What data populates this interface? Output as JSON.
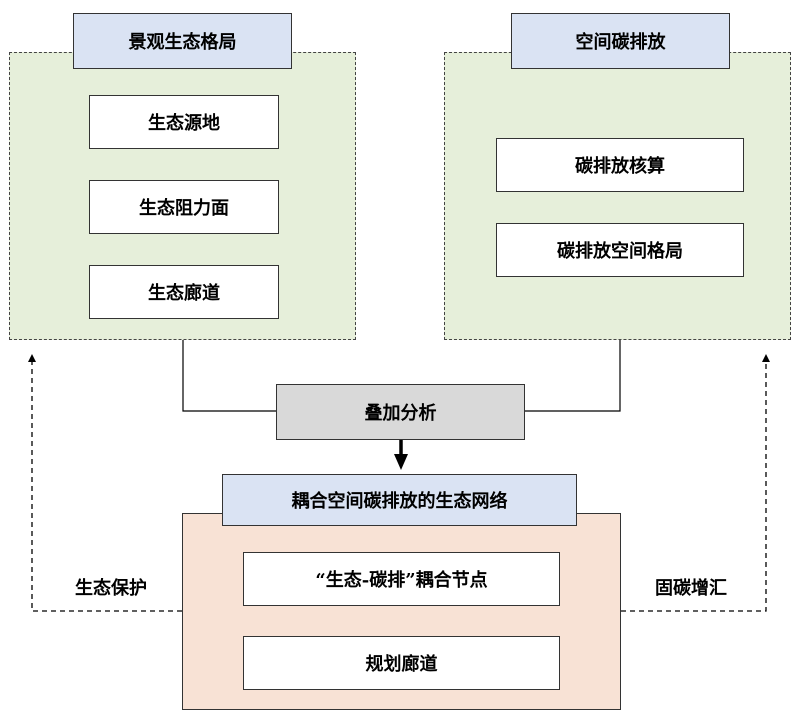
{
  "left_panel": {
    "title": "景观生态格局",
    "steps": [
      "生态源地",
      "生态阻力面",
      "生态廊道"
    ]
  },
  "right_panel": {
    "title": "空间碳排放",
    "steps": [
      "碳排放核算",
      "碳排放空间格局"
    ]
  },
  "overlay": {
    "label": "叠加分析"
  },
  "bottom_panel": {
    "title": "耦合空间碳排放的生态网络",
    "steps": [
      "“生态-碳排”耦合节点",
      "规划廊道"
    ]
  },
  "feedback": {
    "left_label": "生态保护",
    "right_label": "固碳增汇"
  }
}
